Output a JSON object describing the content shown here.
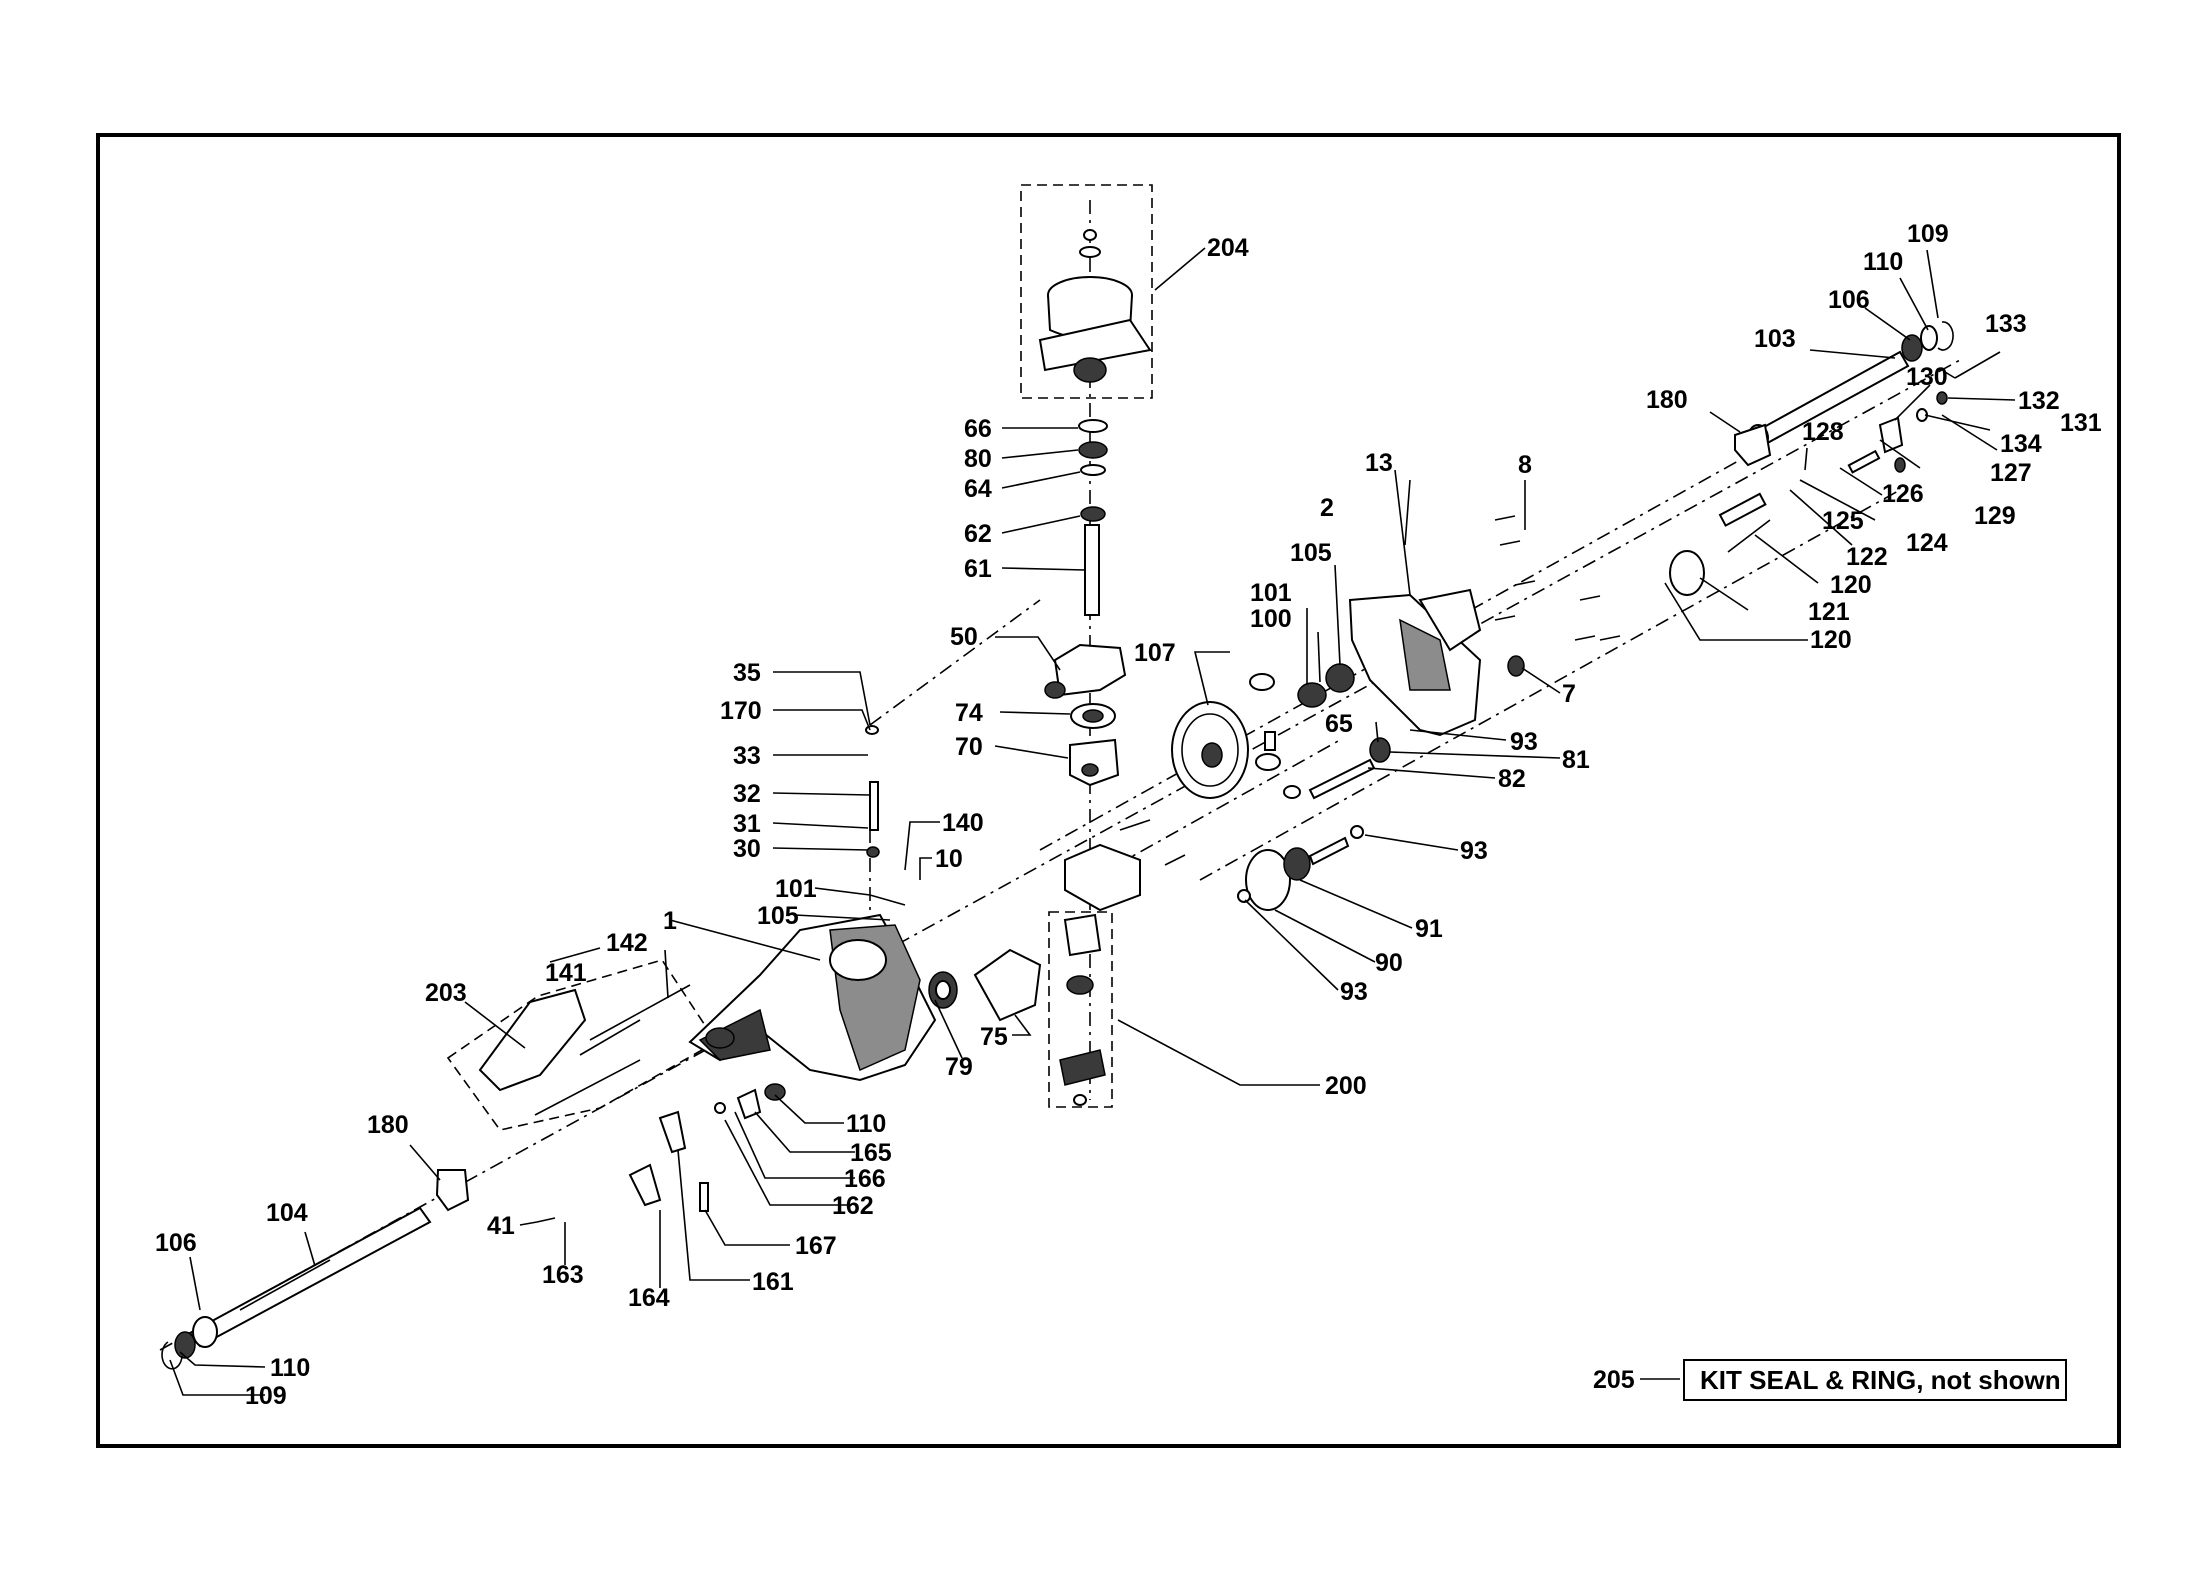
{
  "labels": {
    "l109a": "109",
    "l110a": "110",
    "l106a": "106",
    "l103": "103",
    "l133": "133",
    "l180a": "180",
    "l130": "130",
    "l132": "132",
    "l131": "131",
    "l128": "128",
    "l134": "134",
    "l127": "127",
    "l13": "13",
    "l8": "8",
    "l126": "126",
    "l125": "125",
    "l129": "129",
    "l2": "2",
    "l124": "124",
    "l122": "122",
    "l105a": "105",
    "l120a": "120",
    "l101a": "101",
    "l121": "121",
    "l100": "100",
    "l120b": "120",
    "l107": "107",
    "l7": "7",
    "l65": "65",
    "l93a": "93",
    "l81": "81",
    "l82": "82",
    "l93b": "93",
    "l91": "91",
    "l90": "90",
    "l93c": "93",
    "l200": "200",
    "l204": "204",
    "l66": "66",
    "l80": "80",
    "l64": "64",
    "l62": "62",
    "l61": "61",
    "l50": "50",
    "l74": "74",
    "l70": "70",
    "l75": "75",
    "l79": "79",
    "l35": "35",
    "l170": "170",
    "l33": "33",
    "l32": "32",
    "l31": "31",
    "l30": "30",
    "l140": "140",
    "l10": "10",
    "l101b": "101",
    "l105b": "105",
    "l1": "1",
    "l142": "142",
    "l141": "141",
    "l203": "203",
    "l110b": "110",
    "l165": "165",
    "l166": "166",
    "l162": "162",
    "l167": "167",
    "l161": "161",
    "l164": "164",
    "l163": "163",
    "l41": "41",
    "l180b": "180",
    "l104": "104",
    "l106b": "106",
    "l110c": "110",
    "l109b": "109",
    "l205": "205"
  },
  "kit_note": "KIT SEAL & RING, not shown"
}
